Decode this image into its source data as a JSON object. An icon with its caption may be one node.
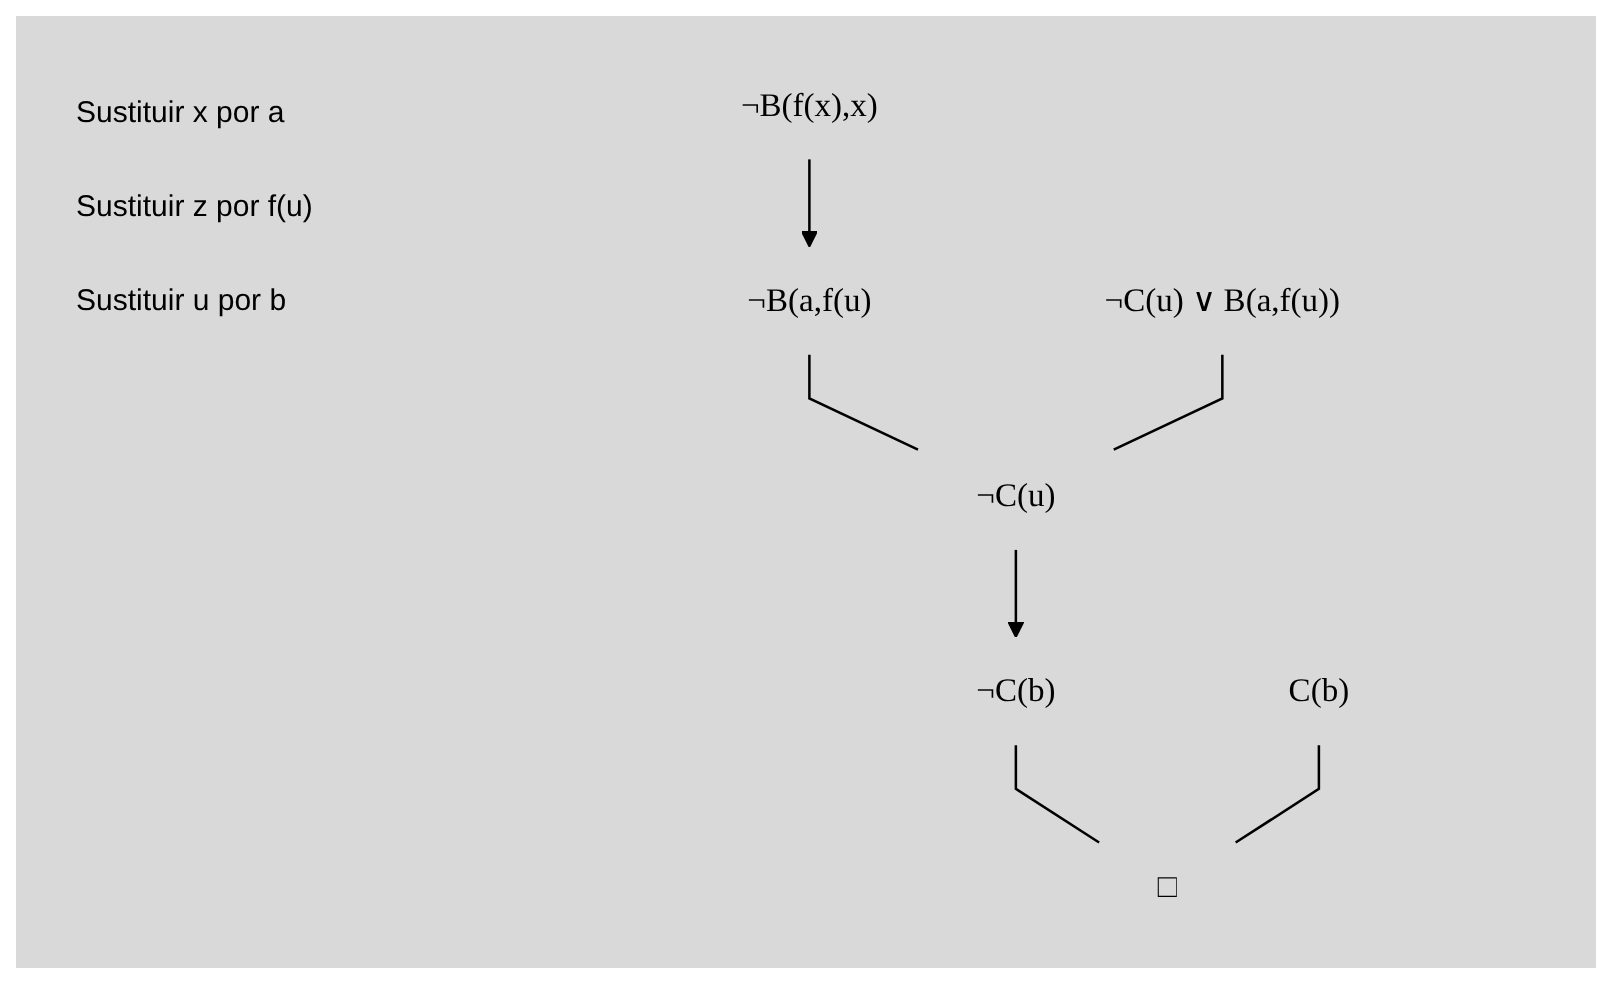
{
  "diagram": {
    "nodes": [
      {
        "text": [
          "¬B(f(x),x)"
        ]
      },
      {
        "text": [
          "¬C(u) ∨ B(a,f(u))"
        ]
      },
      {
        "text": [
          "¬B(a,f(u)"
        ]
      },
      {
        "text": [
          "¬C(u)"
        ]
      },
      {
        "text": [
          "¬C(b)"
        ]
      },
      {
        "text": [
          "C(b)"
        ]
      },
      {
        "text": [
          "□"
        ]
      }
    ],
    "edges": [
      {
        "from": 0,
        "to": 2,
        "arrow": "to"
      },
      {
        "from": 2,
        "to": 3,
        "arrow": "none"
      },
      {
        "from": 1,
        "to": 3,
        "arrow": "none"
      },
      {
        "from": 3,
        "to": 4,
        "arrow": "to"
      },
      {
        "from": 4,
        "to": 6,
        "arrow": "none"
      },
      {
        "from": 5,
        "to": 6,
        "arrow": "none"
      }
    ],
    "labels": [
      "Sustituir x por a",
      "Sustituir z por f(u)",
      "Sustituir u por b"
    ]
  }
}
